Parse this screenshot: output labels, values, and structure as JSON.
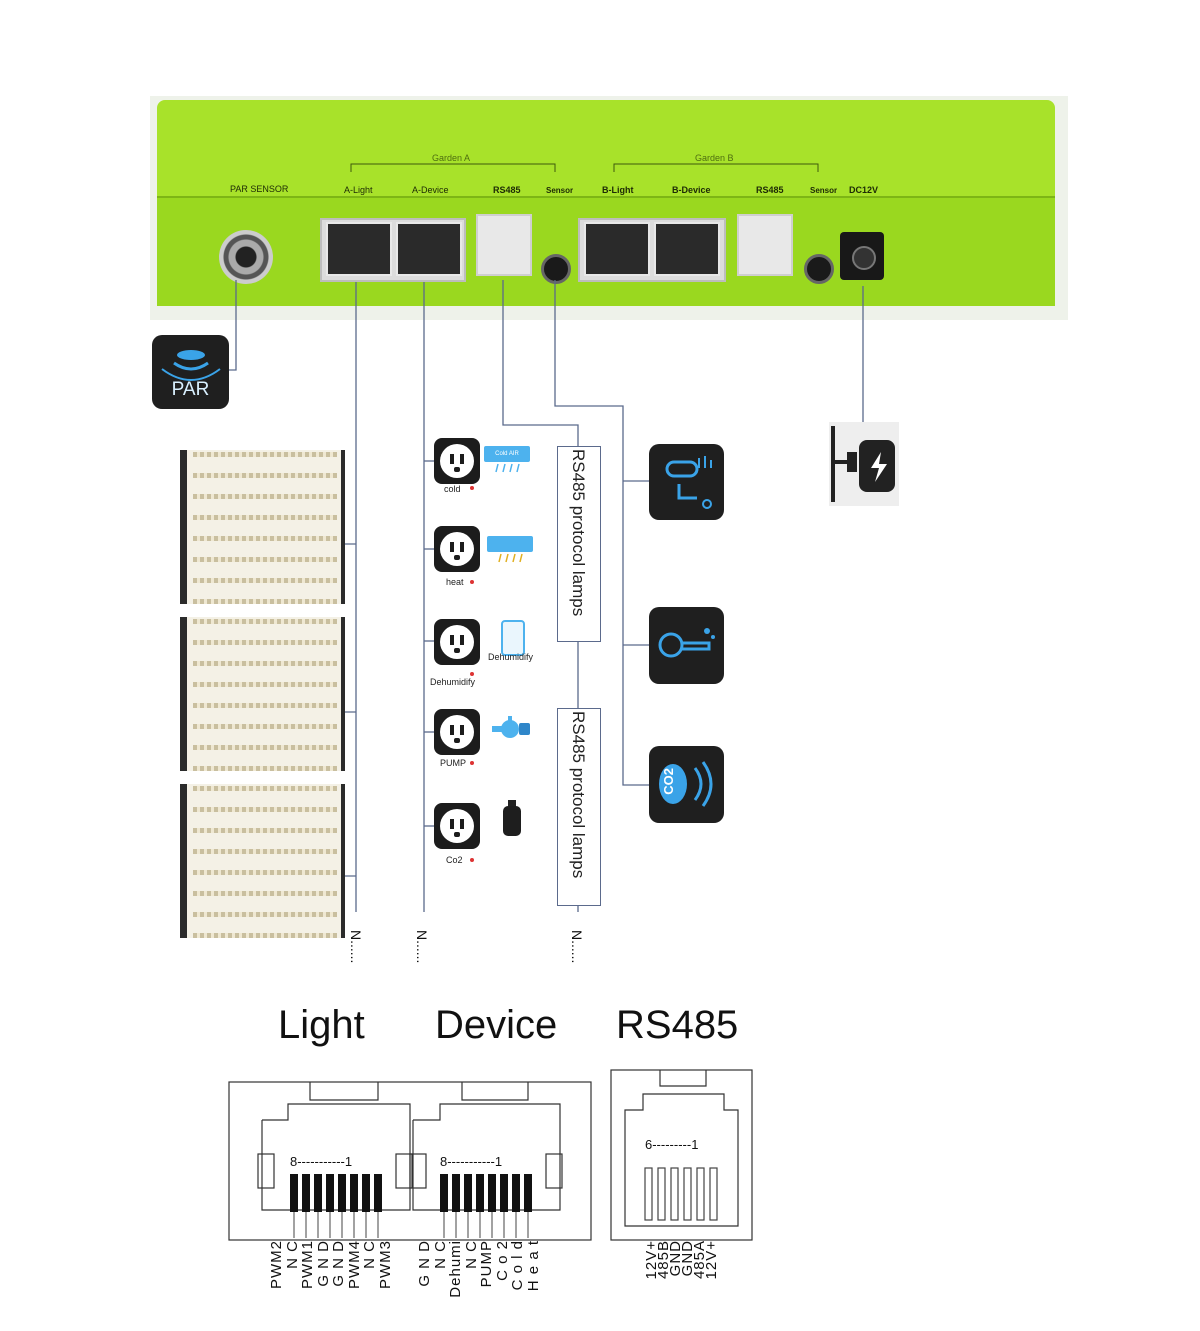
{
  "controller": {
    "garden_a": "Garden A",
    "garden_b": "Garden B",
    "ports": {
      "par_sensor": "PAR SENSOR",
      "a_light": "A-Light",
      "a_device": "A-Device",
      "rs485_a": "RS485",
      "sensor_a": "Sensor",
      "b_light": "B-Light",
      "b_device": "B-Device",
      "rs485_b": "RS485",
      "sensor_b": "Sensor",
      "dc12v": "DC12V"
    },
    "body_color": "#a8e22a"
  },
  "par_icon": {
    "label": "PAR",
    "icon": "par-sensor-icon"
  },
  "devices": [
    {
      "label": "cold",
      "appliance": "Cold AIR",
      "icon": "air-conditioner-icon"
    },
    {
      "label": "heat",
      "appliance": "",
      "icon": "heater-icon"
    },
    {
      "label": "Dehumidify",
      "appliance": "Dehumidify",
      "icon": "dehumidifier-icon"
    },
    {
      "label": "PUMP",
      "appliance": "",
      "icon": "pump-icon"
    },
    {
      "label": "Co2",
      "appliance": "",
      "icon": "co2-tank-icon"
    }
  ],
  "rs485_lamps": [
    {
      "label": "RS485 protocol lamps"
    },
    {
      "label": "RS485 protocol lamps"
    }
  ],
  "sensors": [
    {
      "icon": "temperature-humidity-icon"
    },
    {
      "icon": "soil-sensor-icon"
    },
    {
      "icon": "co2-sensor-icon",
      "label": "CO2"
    }
  ],
  "chain_end": "N......",
  "titles": {
    "light": "Light",
    "device": "Device",
    "rs485": "RS485"
  },
  "light_pinout": {
    "range": "8-----------1",
    "pins": [
      "PWM2",
      "N C",
      "PWM1",
      "G N D",
      "G N D",
      "PWM4",
      "N C",
      "PWM3"
    ]
  },
  "device_pinout": {
    "range": "8-----------1",
    "pins": [
      "G N D",
      "N C",
      "Dehumi",
      "N C",
      "PUMP",
      "C o 2",
      "C o l d",
      "H e a t"
    ]
  },
  "rs485_pinout": {
    "range": "6---------1",
    "pins": [
      "12V+",
      "485B",
      "GND",
      "GND",
      "485A",
      "12V+"
    ]
  }
}
